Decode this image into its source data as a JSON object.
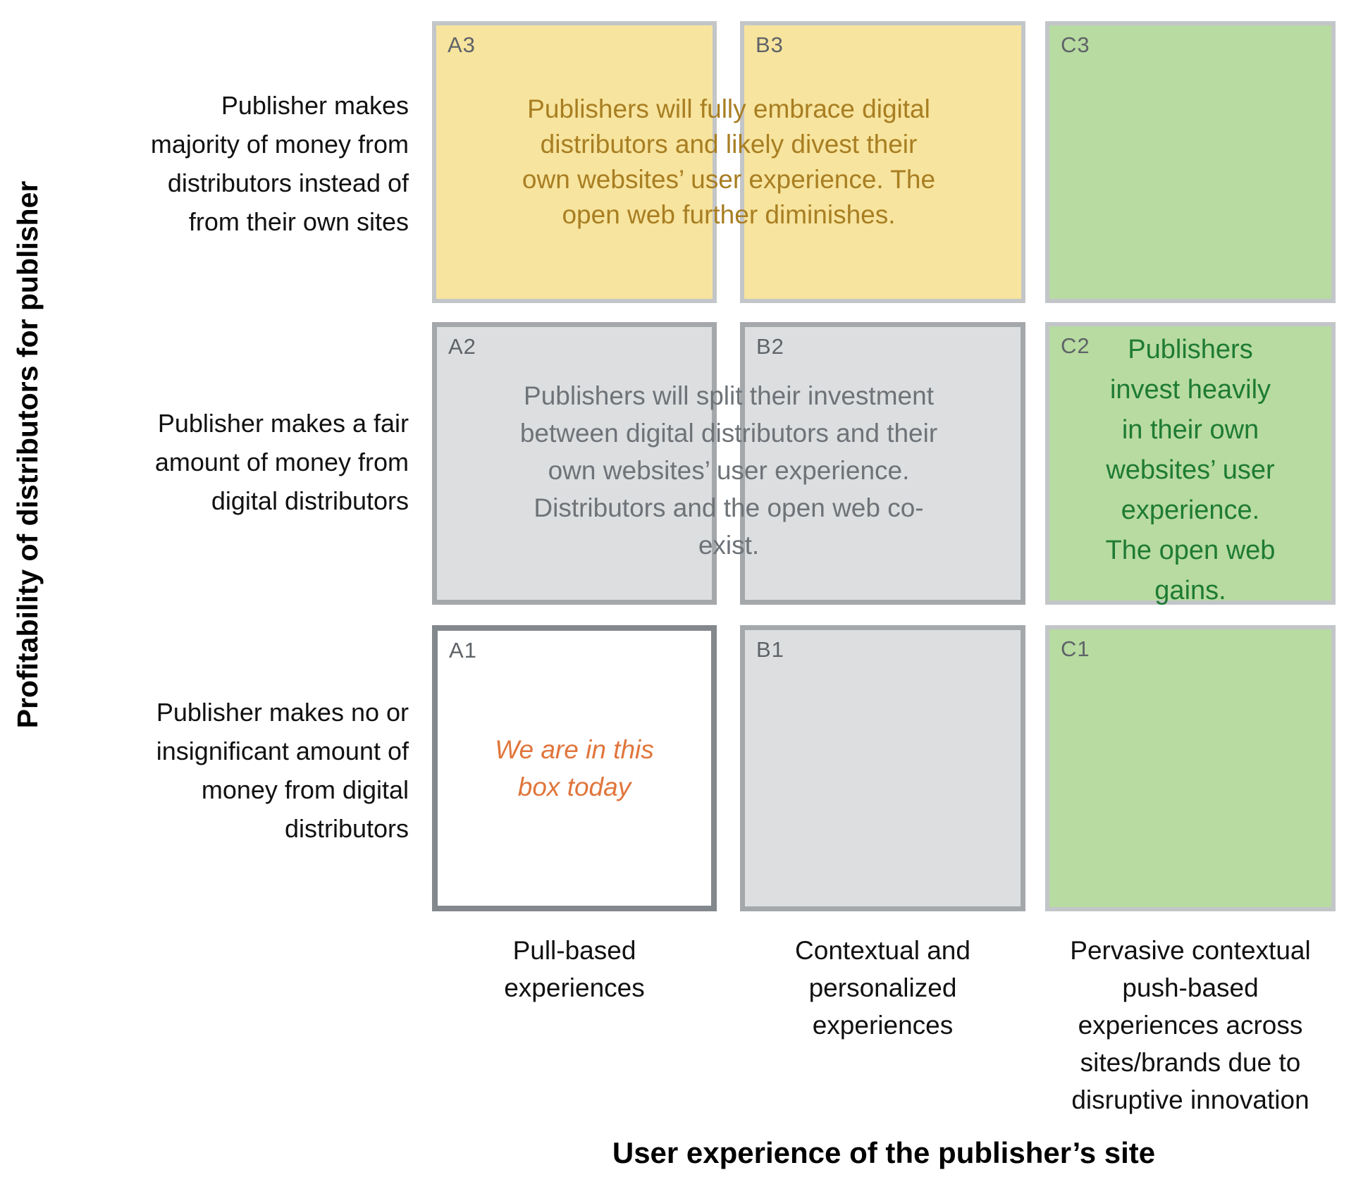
{
  "matrix": {
    "cells": [
      {
        "label": "A3"
      },
      {
        "label": "B3"
      },
      {
        "label": "C3"
      },
      {
        "label": "A2"
      },
      {
        "label": "B2"
      },
      {
        "label": "C2"
      },
      {
        "label": "A1"
      },
      {
        "label": "B1"
      },
      {
        "label": "C1"
      }
    ],
    "top_row_text": "Publishers will fully embrace digital\ndistributors and likely divest their\nown websites’ user experience.  The\nopen web further diminishes.",
    "middle_row_text": "Publishers will split their investment\nbetween digital distributors and their\nown websites’ user experience.\nDistributors and the open web co-\nexist.",
    "c2_text": "Publishers\ninvest heavily\nin their own\nwebsites’ user\nexperience.\nThe open web\ngains.",
    "a1_note": "We are in this\nbox today"
  },
  "y_axis": {
    "title": "Profitability of distributors for publisher",
    "rows": [
      {
        "label": "Publisher makes\nmajority of money from\ndistributors instead of\nfrom their own sites"
      },
      {
        "label": "Publisher makes a fair\namount of money from\ndigital distributors"
      },
      {
        "label": "Publisher makes no or\ninsignificant amount of\nmoney from digital\ndistributors"
      }
    ]
  },
  "x_axis": {
    "title": "User experience of the publisher’s site",
    "columns": [
      {
        "label": "Pull-based\nexperiences"
      },
      {
        "label": "Contextual and\npersonalized\nexperiences"
      },
      {
        "label": "Pervasive contextual\npush-based\nexperiences across\nsites/brands due to\ndisruptive innovation"
      }
    ]
  },
  "colors": {
    "yellow-cell": "#F7E49E",
    "green-cell": "#B8DBA1",
    "gray-cell": "#DCDEE0",
    "white-cell": "#FFFFFF",
    "border-light": "#C3C6C8",
    "border-medium": "#A5A8AB",
    "border-dark": "#83888D",
    "cell-tag": "#5E6368",
    "gold-text": "#A87E22",
    "gray-text": "#6E7378",
    "green-text": "#1E7B33",
    "orange-text": "#E0763C",
    "black-text": "#111111"
  }
}
